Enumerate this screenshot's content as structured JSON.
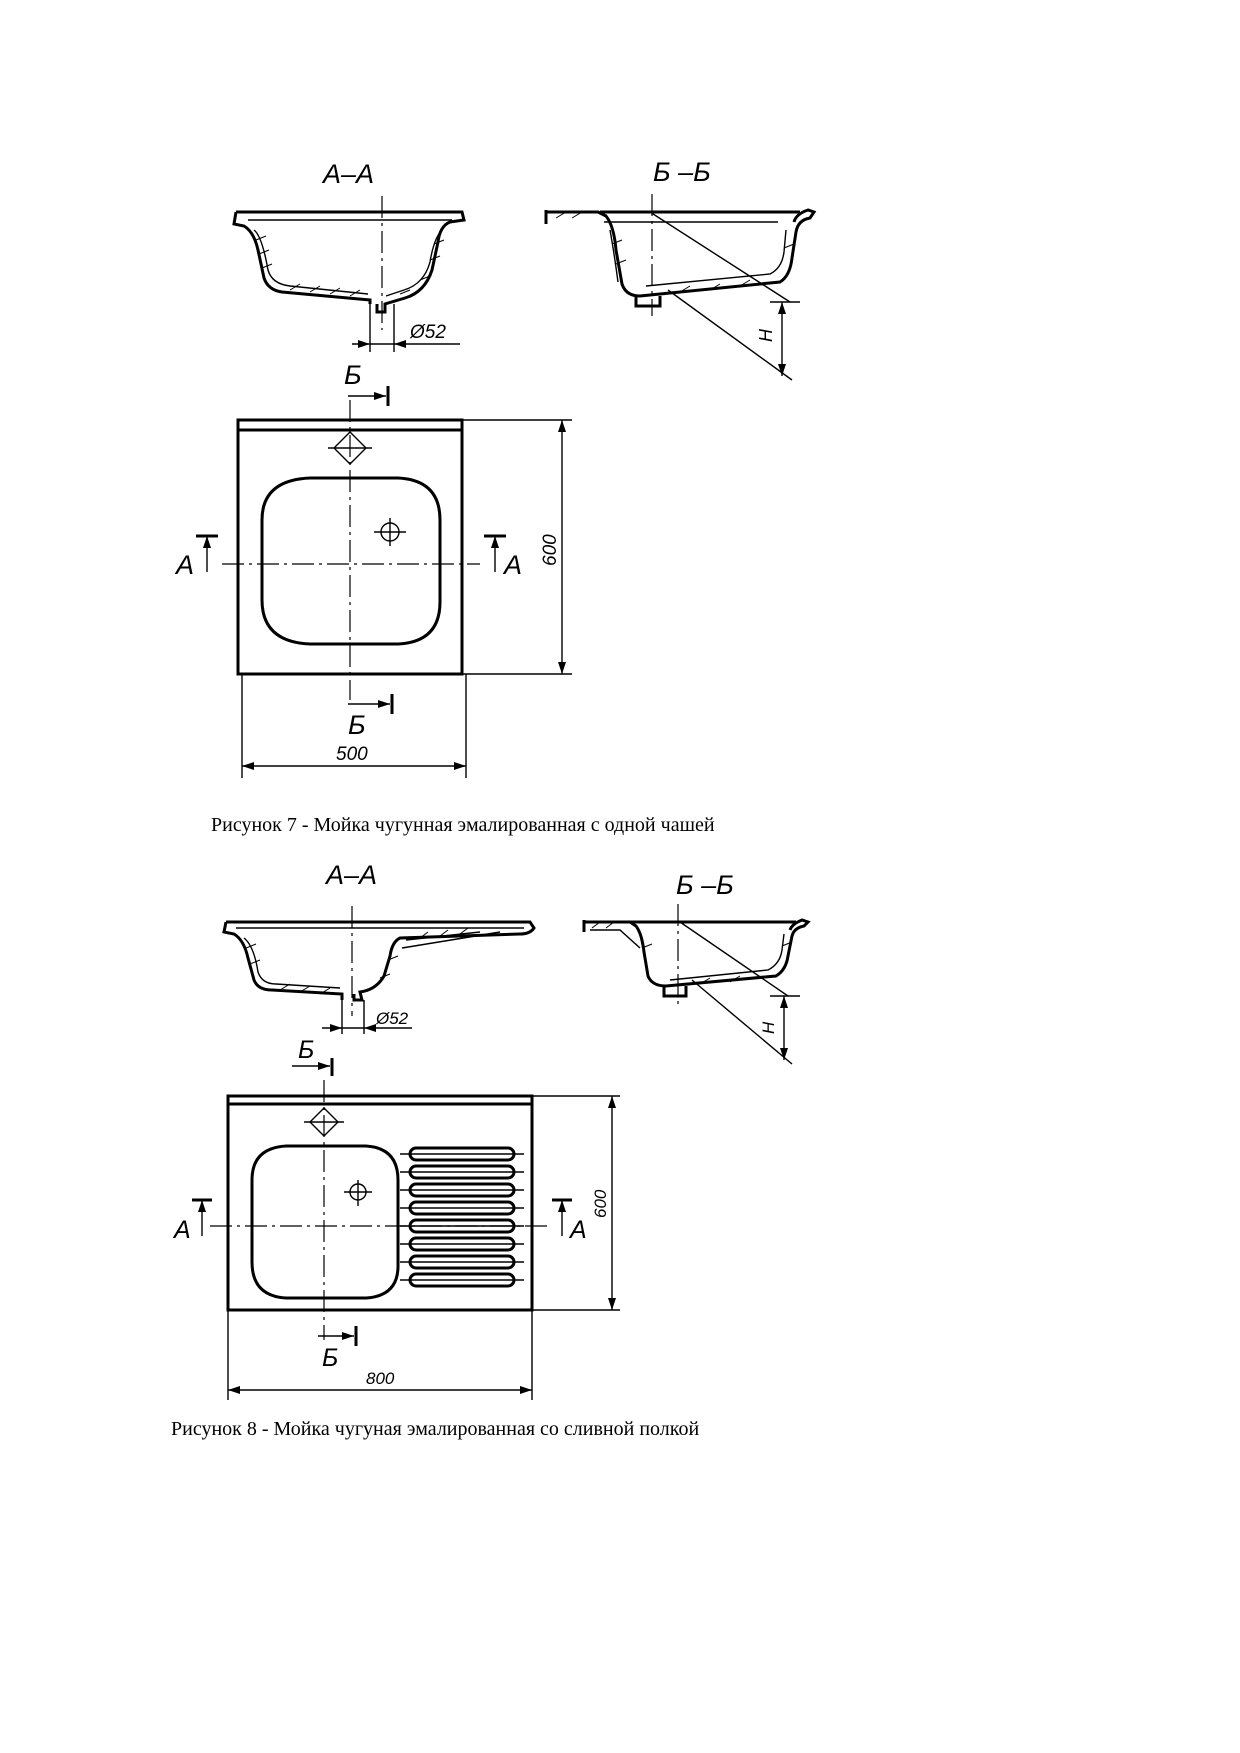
{
  "figure7": {
    "caption": "Рисунок 7 - Мойка чугунная эмалированная с одной чашей",
    "section_aa": "А–А",
    "section_bb": "Б –Б",
    "diameter": "Ø52",
    "height": "H",
    "cut_b": "Б",
    "cut_a": "А",
    "dim_width": "500",
    "dim_depth": "600"
  },
  "figure8": {
    "caption": "Рисунок 8 - Мойка чугуная эмалированная со сливной полкой",
    "section_aa": "А–А",
    "section_bb": "Б –Б",
    "diameter": "Ø52",
    "height": "H",
    "cut_b": "Б",
    "cut_a": "А",
    "dim_width": "800",
    "dim_depth": "600"
  }
}
